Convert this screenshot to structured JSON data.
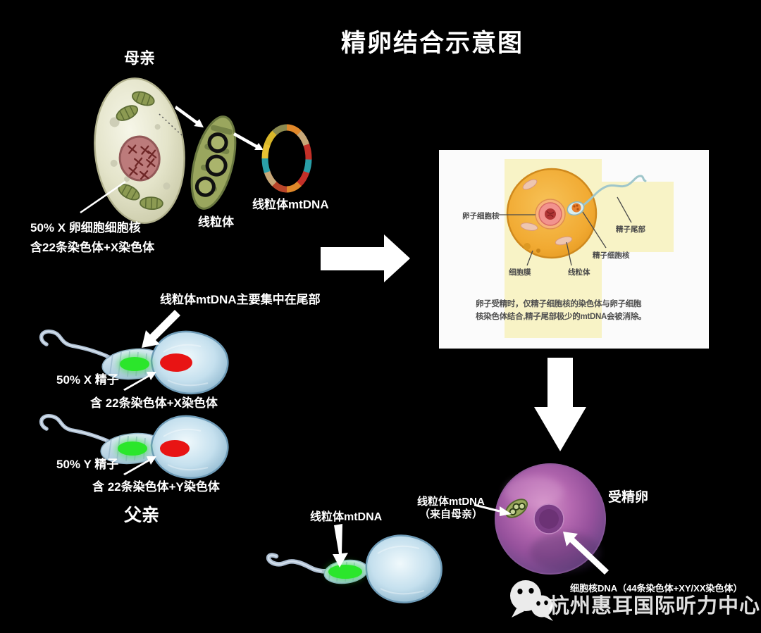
{
  "title": "精卵结合示意图",
  "mother": {
    "section_label": "母亲",
    "egg_note_line1": "50% X 卵细胞细胞核",
    "egg_note_line2": "含22条染色体+X染色体",
    "mitochondrion_label": "线粒体",
    "mtdna_label": "线粒体mtDNA"
  },
  "father": {
    "section_label": "父亲",
    "mtdna_note": "线粒体mtDNA主要集中在尾部",
    "sperm_x_label": "50% X 精子",
    "sperm_x_chromosomes": "含 22条染色体+X染色体",
    "sperm_y_label": "50% Y 精子",
    "sperm_y_chromosomes": "含 22条染色体+Y染色体"
  },
  "fertilization_panel": {
    "egg_nucleus_label": "卵子细胞核",
    "sperm_tail_label": "精子尾部",
    "sperm_nucleus_label": "精子细胞核",
    "cell_membrane_label": "细胞膜",
    "mitochondrion_label": "线粒体",
    "caption_line1": "卵子受精时，仅精子细胞核的染色体与卵子细胞",
    "caption_line2": "核染色体结合,精子尾部极少的mtDNA会被消除。"
  },
  "zygote_section": {
    "sperm_mtdna_label": "线粒体mtDNA",
    "maternal_mtdna_line1": "线粒体mtDNA",
    "maternal_mtdna_line2": "（来自母亲）",
    "zygote_label": "受精卵",
    "nuclear_dna_label": "细胞核DNA（44条染色体+XY/XX染色体）"
  },
  "watermark": {
    "text": "杭州惠耳国际听力中心",
    "icon": "wechat-icon"
  },
  "colors": {
    "background": "#000000",
    "text": "#ffffff",
    "panel_background": "#fbfbfb",
    "panel_text": "#4a4a4a",
    "panel_highlight_band": "#f8f3c6",
    "egg_cell": "#e6e6cc",
    "egg_nucleus": "#bc7b7b",
    "mitochondrion": "#99a55e",
    "panel_egg": "#f2ac34",
    "panel_egg_nucleus": "#f2938e",
    "sperm_body": "#c6dfee",
    "sperm_mtdna_green": "#2be62b",
    "sperm_nucleus_red": "#e81414",
    "zygote_purple": "#a35fa5",
    "mtdna_ring": [
      "#2a9fa8",
      "#c33028",
      "#e0882a",
      "#c8a878",
      "#e8c233",
      "#8a8a50"
    ]
  }
}
